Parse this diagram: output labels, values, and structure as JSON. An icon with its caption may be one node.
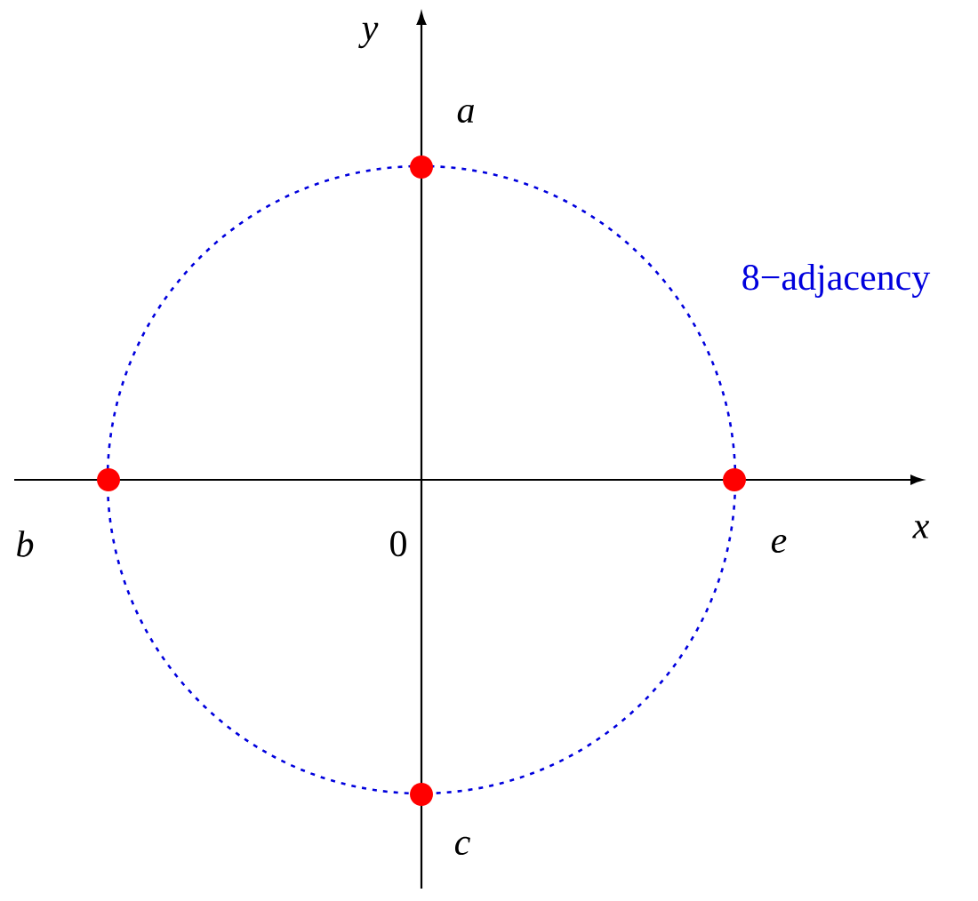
{
  "diagram": {
    "nodes": [
      {
        "text": [],
        "shape": "circle",
        "beside": [
          "a"
        ]
      },
      {
        "text": [],
        "shape": "circle",
        "beside": [
          "b"
        ]
      },
      {
        "text": [],
        "shape": "circle",
        "beside": [
          "e"
        ]
      },
      {
        "text": [],
        "shape": "circle",
        "beside": [
          "c"
        ]
      }
    ],
    "labels": [
      "y",
      "8−adjacency",
      "0",
      "x"
    ]
  }
}
